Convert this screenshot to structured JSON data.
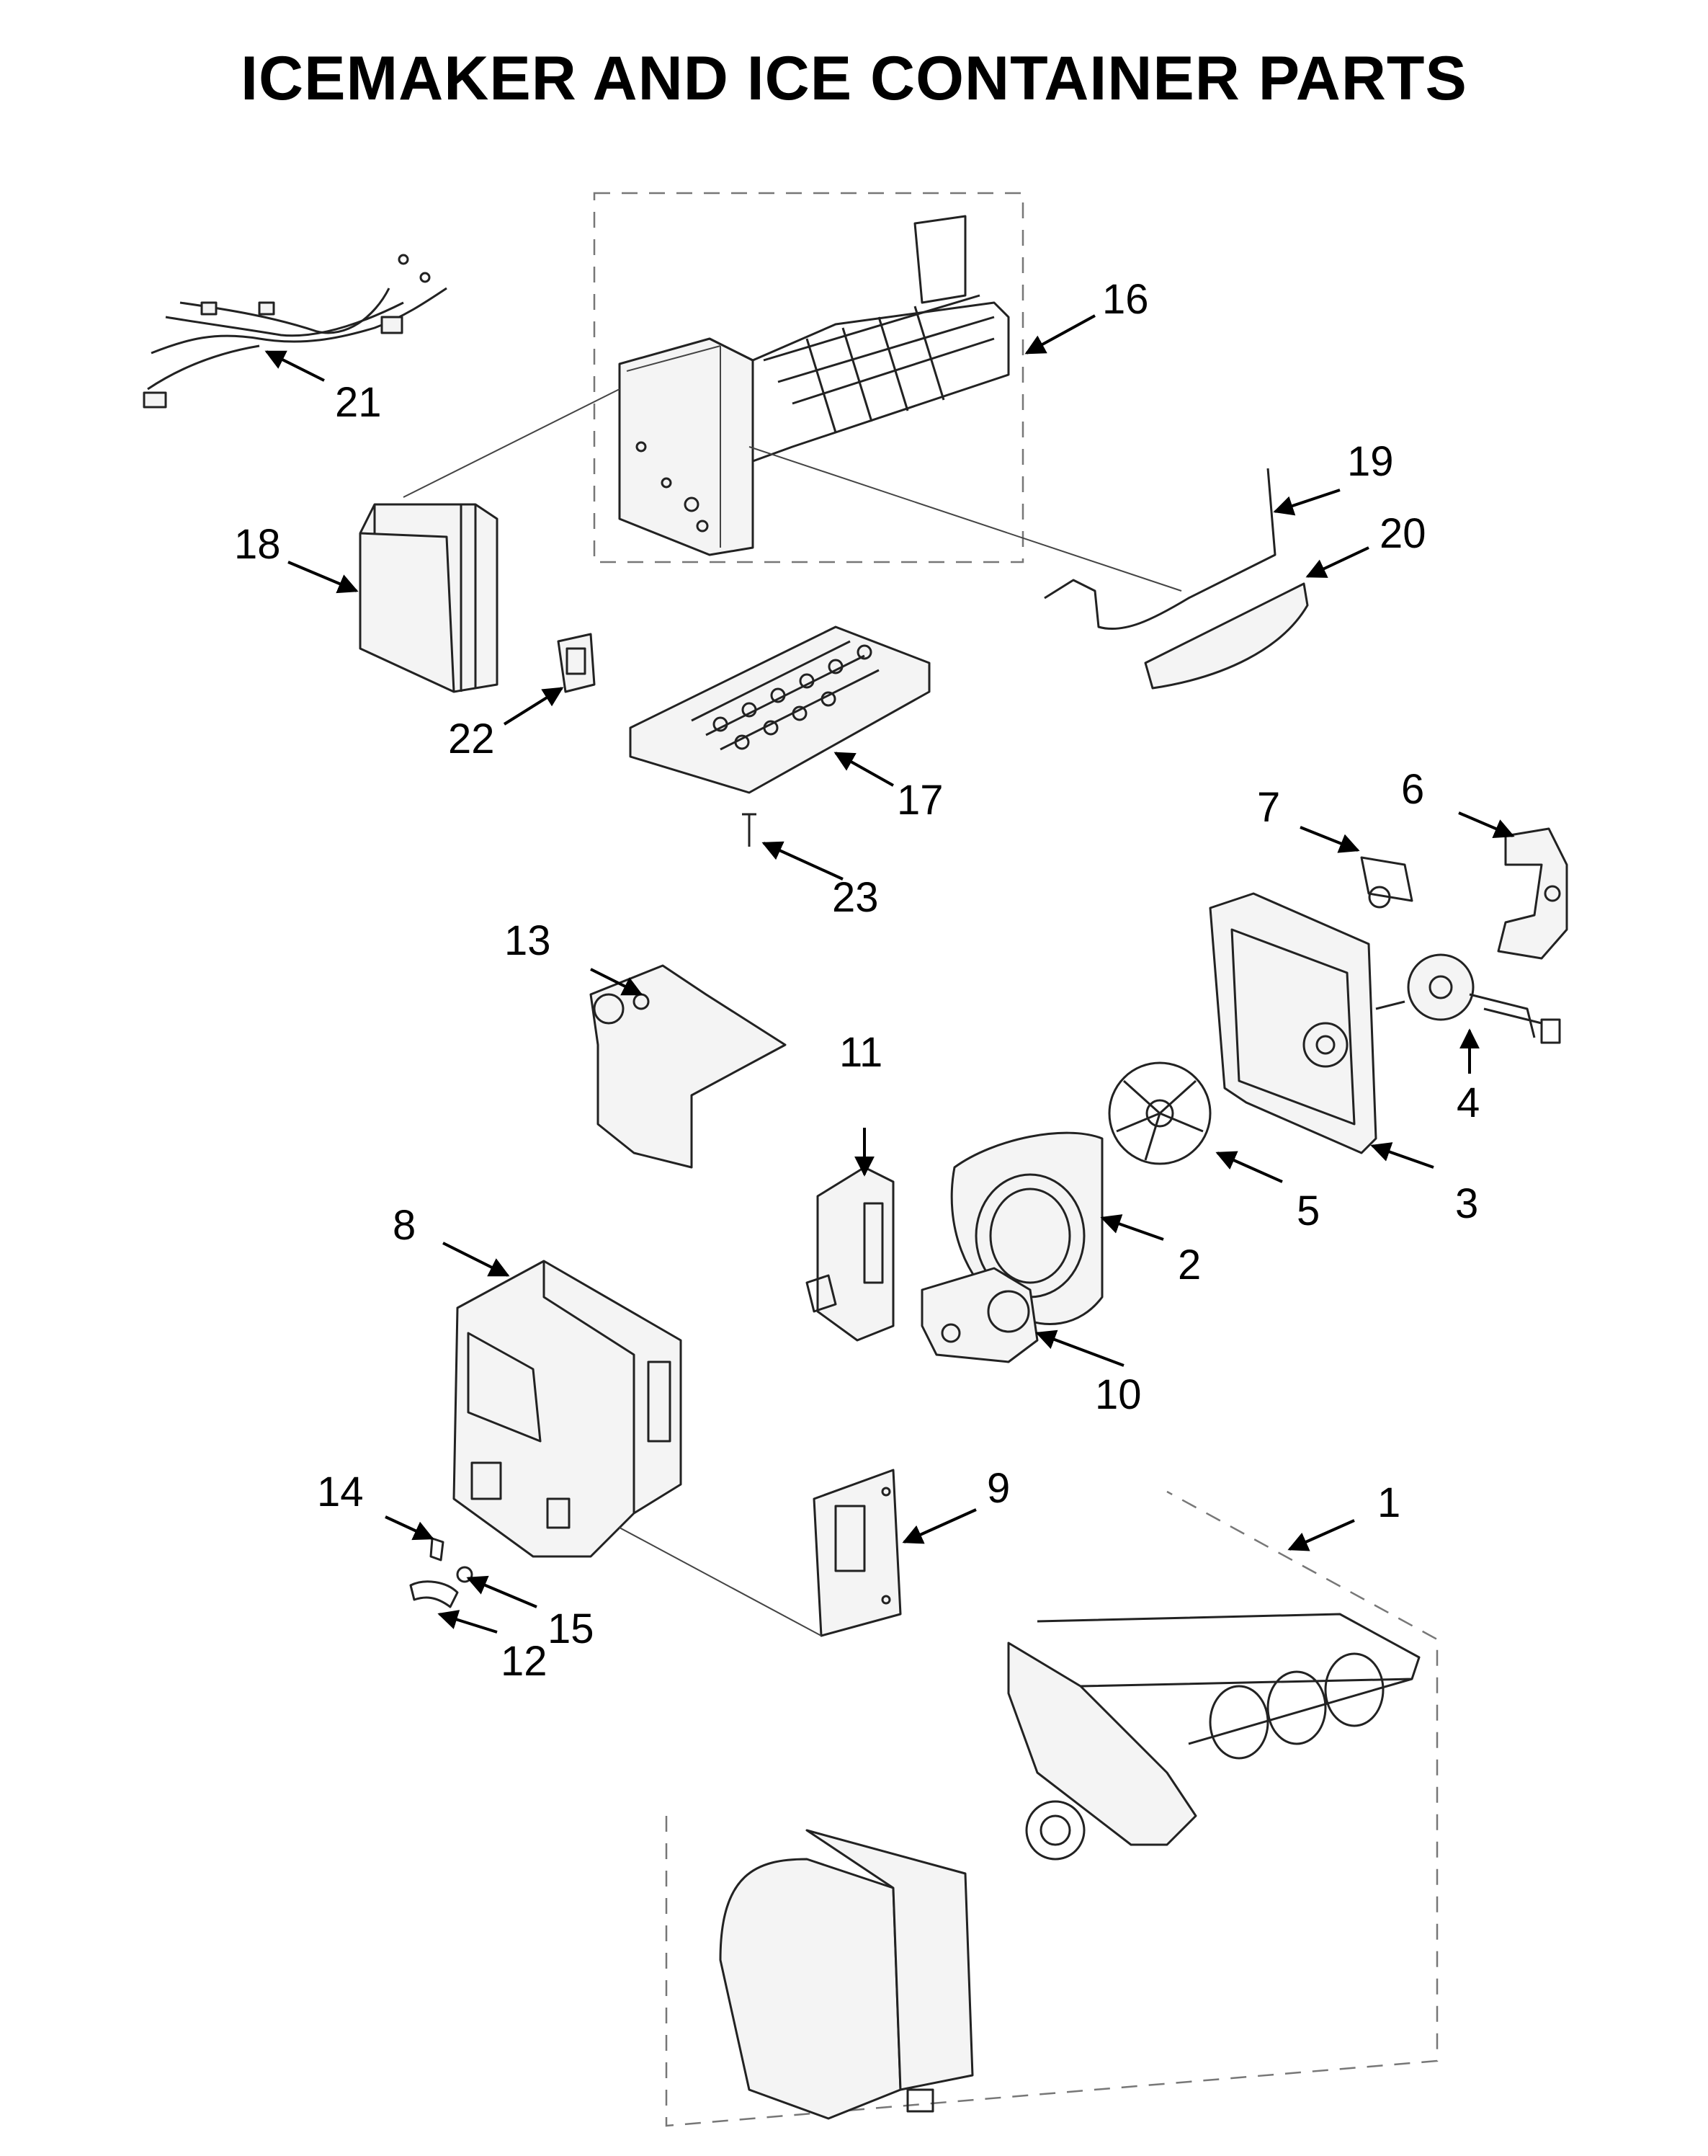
{
  "title": "ICEMAKER AND ICE CONTAINER PARTS",
  "callouts": {
    "p1": "1",
    "p2": "2",
    "p3": "3",
    "p4": "4",
    "p5": "5",
    "p6": "6",
    "p7": "7",
    "p8": "8",
    "p9": "9",
    "p10": "10",
    "p11": "11",
    "p12": "12",
    "p13": "13",
    "p14": "14",
    "p15": "15",
    "p16": "16",
    "p17": "17",
    "p18": "18",
    "p19": "19",
    "p20": "20",
    "p21": "21",
    "p22": "22",
    "p23": "23"
  }
}
